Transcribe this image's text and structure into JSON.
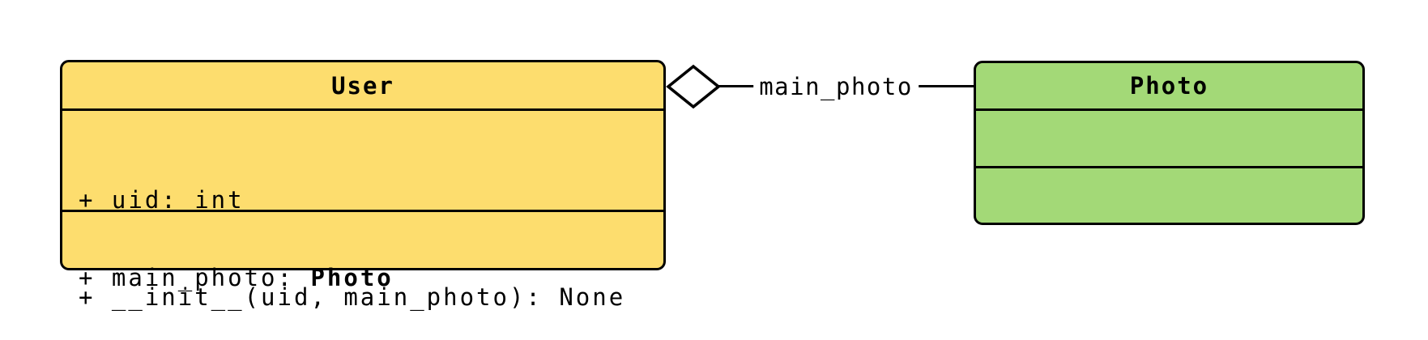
{
  "page": {
    "background": "#ffffff",
    "stroke_color": "#000000"
  },
  "diagram": {
    "type": "uml-class-diagram",
    "classes": [
      {
        "name": "User",
        "fill": "#FDDD6E",
        "attributes": [
          {
            "plain": "+ uid: int",
            "bold": ""
          },
          {
            "plain": "+ main_photo: ",
            "bold": "Photo"
          }
        ],
        "methods": [
          {
            "plain": "+ __init__(uid, main_photo): None",
            "bold": ""
          }
        ]
      },
      {
        "name": "Photo",
        "fill": "#A3D977",
        "attributes": [],
        "methods": []
      }
    ],
    "relationship": {
      "type": "aggregation",
      "source": "User",
      "target": "Photo",
      "label": "main_photo",
      "diamond_style": "hollow",
      "diamond_fill": "#ffffff",
      "line_color": "#000000"
    }
  }
}
